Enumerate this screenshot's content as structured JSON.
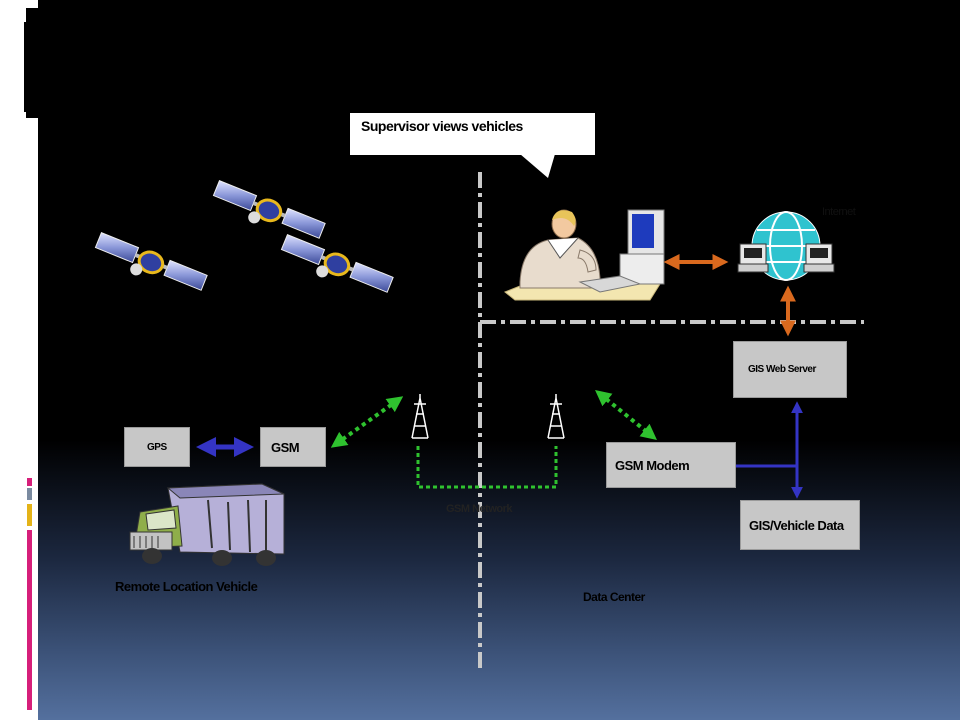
{
  "callout": {
    "text": "Supervisor views vehicles"
  },
  "boxes": {
    "gps": "GPS",
    "gsm": "GSM",
    "gsm_modem": "GSM Modem",
    "gis_web_server": "GIS Web Server",
    "gis_vehicle_data": "GIS/Vehicle Data"
  },
  "labels": {
    "remote_vehicle": "Remote Location Vehicle",
    "gsm_network": "GSM Network",
    "data_center": "Data Center",
    "internet": "Internet"
  },
  "colors": {
    "gsm_link": "#2fc22f",
    "internet_link": "#d9691e",
    "data_link": "#3434c4",
    "divider": "#c9c9c9",
    "box_fill": "#c7c7c7"
  },
  "icons": [
    "satellite-icon",
    "satellite-icon",
    "satellite-icon",
    "supervisor-computer-icon",
    "internet-globe-icon",
    "cell-tower-icon",
    "cell-tower-icon",
    "truck-icon"
  ]
}
